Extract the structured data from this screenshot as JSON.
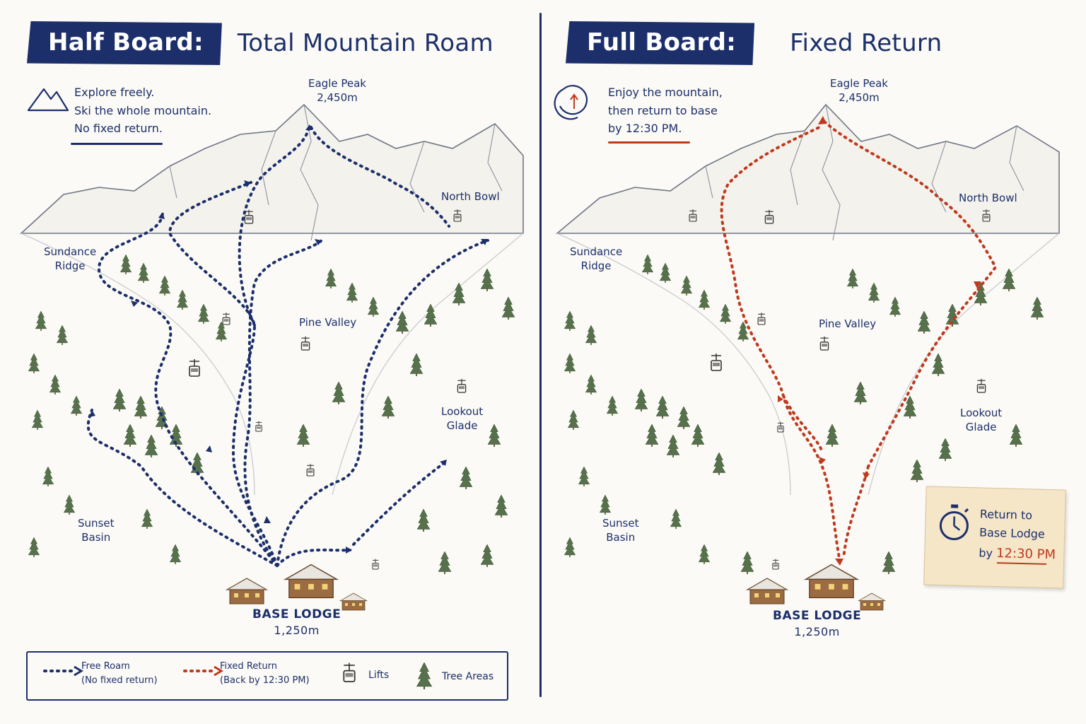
{
  "left_panel": {
    "tag": "Half Board:",
    "title": "Total Mountain Roam",
    "note_lines": [
      "Explore freely.",
      "Ski the whole mountain.",
      "No fixed return."
    ],
    "icon": "mountain-icon",
    "route_color": "#1c2f6b"
  },
  "right_panel": {
    "tag": "Full Board:",
    "title": "Fixed Return",
    "note_lines": [
      "Enjoy the mountain,",
      "then return to base",
      "by 12:30 PM."
    ],
    "icon": "return-cycle-icon",
    "route_color": "#c0391e",
    "sticky": {
      "icon": "stopwatch-icon",
      "line1": "Return to",
      "line2": "Base Lodge",
      "line3_prefix": "by",
      "time": "12:30 PM"
    }
  },
  "places": {
    "peak_name": "Eagle Peak",
    "peak_elev": "2,450m",
    "north_bowl": "North Bowl",
    "sundance_1": "Sundance",
    "sundance_2": "Ridge",
    "pine_valley": "Pine Valley",
    "lookout_1": "Lookout",
    "lookout_2": "Glade",
    "sunset_1": "Sunset",
    "sunset_2": "Basin",
    "base_name": "BASE LODGE",
    "base_elev": "1,250m"
  },
  "legend": {
    "free_label": "Free Roam",
    "free_sub": "(No fixed return)",
    "fixed_label": "Fixed Return",
    "fixed_sub": "(Back by 12:30 PM)",
    "lifts_label": "Lifts",
    "trees_label": "Tree Areas",
    "free_color": "#1c2f6b",
    "fixed_color": "#c0391e",
    "tree_color": "#4f6b45"
  }
}
